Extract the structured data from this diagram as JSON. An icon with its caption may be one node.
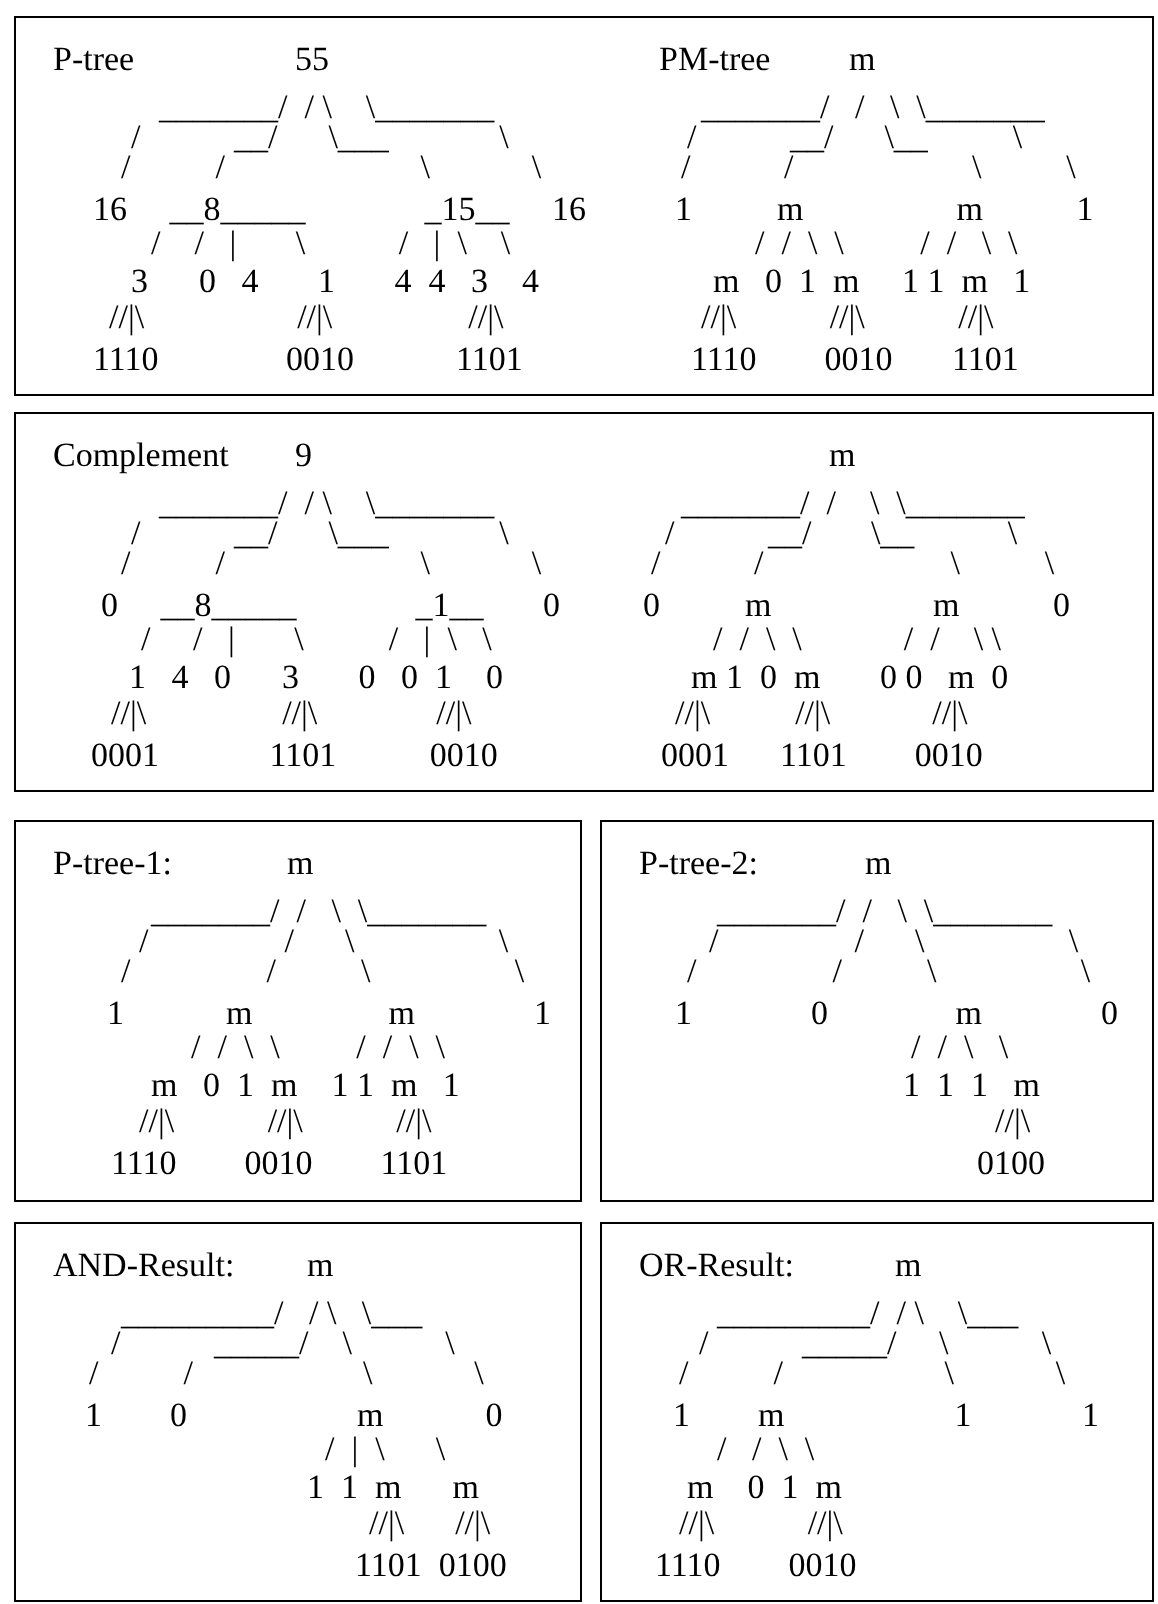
{
  "diagram": {
    "nodes": [
      {
        "text": [
          "P-tree",
          "55",
          "_______/  / \\    \\_______",
          "/           __/      \\___             \\",
          "/          /                       \\            \\",
          "16     __8_____              _15__     16",
          "/    /   |       \\           /   |  \\    \\",
          "3      0   4       1       4  4   3    4",
          "//|\\                  //|\\                //|\\",
          "1110               0010            1101",
          "PM-tree",
          "m",
          "_______/   /   \\  \\_______",
          "/           __/      \\__          \\",
          "/           /                     \\          \\",
          "1          m                  m           1",
          "/  /  \\  \\         /  /   \\  \\",
          "m   0  1  m     1 1  m   1",
          "//|\\           //|\\           //|\\",
          "1110        0010       1101"
        ]
      },
      {
        "text": [
          "Complement",
          "9",
          "_______/  / \\    \\_______",
          "/           __/      \\___             \\",
          "/          /                       \\            \\",
          "0     __8_____              _1__       0",
          "/     /   |       \\          /   |  \\   \\",
          "1   4   0      3       0   0  1    0",
          "//|\\                //|\\              //|\\",
          "0001             1101           0010",
          "m",
          "_______/  /    \\  \\_______",
          "/           __/       \\__           \\",
          "/           /                      \\          \\",
          "0          m                   m           0",
          "/  /  \\  \\            /  /    \\ \\",
          "m 1  0  m       0 0   m  0",
          "//|\\          //|\\            //|\\",
          "0001      1101        0010"
        ]
      },
      {
        "text": [
          "P-tree-1:",
          "m",
          "_______/  /   \\  \\_______",
          "/                /      \\                 \\",
          "/                /          \\                 \\",
          "1            m                m              1",
          "/  /  \\  \\         /  /  \\  \\",
          "m   0  1  m    1 1  m   1",
          "//|\\           //|\\           //|\\",
          "1110        0010        1101"
        ]
      },
      {
        "text": [
          "P-tree-2:",
          "m",
          "_______/  /   \\  \\_______",
          "/                /      \\                 \\",
          "/                /          \\                 \\",
          "1              0               m              0",
          "/  /  \\   \\",
          "1  1  1   m",
          "//|\\",
          "0100"
        ]
      },
      {
        "text": [
          "AND-Result:",
          "m",
          "_________/   / \\   \\___",
          "/           _____/    \\           \\",
          "/          /                    \\            \\",
          "1        0                    m            0",
          "/  |  \\      \\",
          "1  1  m      m",
          "//|\\      //|\\",
          "1101  0100"
        ]
      },
      {
        "text": [
          "OR-Result:",
          "m",
          "_________/  / \\    \\___",
          "/           _____/     \\           \\",
          "/          /                   \\            \\",
          "1        m                    1             1",
          "/   /  \\  \\",
          "m    0  1  m",
          "//|\\           //|\\",
          "1110        0010"
        ]
      }
    ]
  }
}
